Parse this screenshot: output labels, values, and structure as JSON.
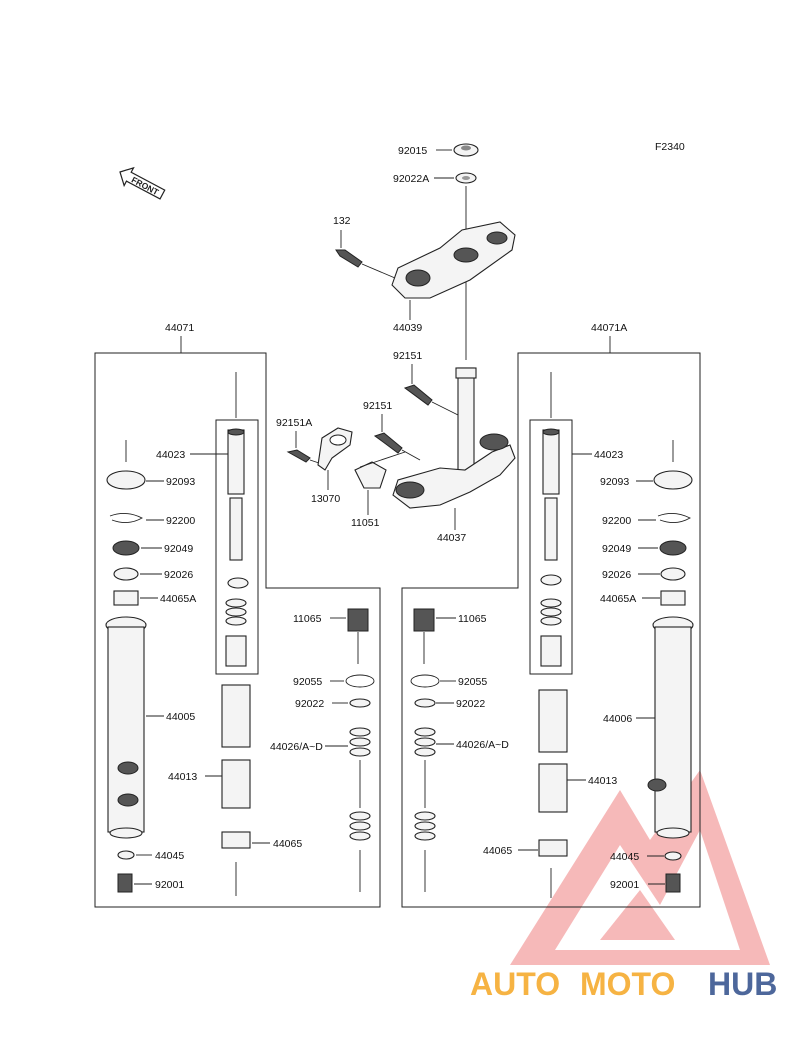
{
  "diagram_code": "F2340",
  "front_label": "FRONT",
  "watermark": {
    "auto": "AUTO",
    "moto": "MOTO",
    "hub": "HUB"
  },
  "labels": {
    "p92015": "92015",
    "p92022A": "92022A",
    "p132": "132",
    "p44039": "44039",
    "p92151a": "92151",
    "p92151b": "92151",
    "p92151A": "92151A",
    "p13070": "13070",
    "p11051": "11051",
    "p44037": "44037",
    "p44071": "44071",
    "p44071A": "44071A",
    "L_44023": "44023",
    "L_92093": "92093",
    "L_92200": "92200",
    "L_92049": "92049",
    "L_92026": "92026",
    "L_44065A": "44065A",
    "L_44005": "44005",
    "L_44013": "44013",
    "L_44045": "44045",
    "L_92001": "92001",
    "L_11065": "11065",
    "L_92055": "92055",
    "L_92022": "92022",
    "L_44026": "44026/A~D",
    "L_44065": "44065",
    "R_44023": "44023",
    "R_92093": "92093",
    "R_92200": "92200",
    "R_92049": "92049",
    "R_92026": "92026",
    "R_44065A": "44065A",
    "R_44006": "44006",
    "R_44013": "44013",
    "R_44045": "44045",
    "R_92001": "92001",
    "R_11065": "11065",
    "R_92055": "92055",
    "R_92022": "92022",
    "R_44026": "44026/A~D",
    "R_44065": "44065"
  }
}
